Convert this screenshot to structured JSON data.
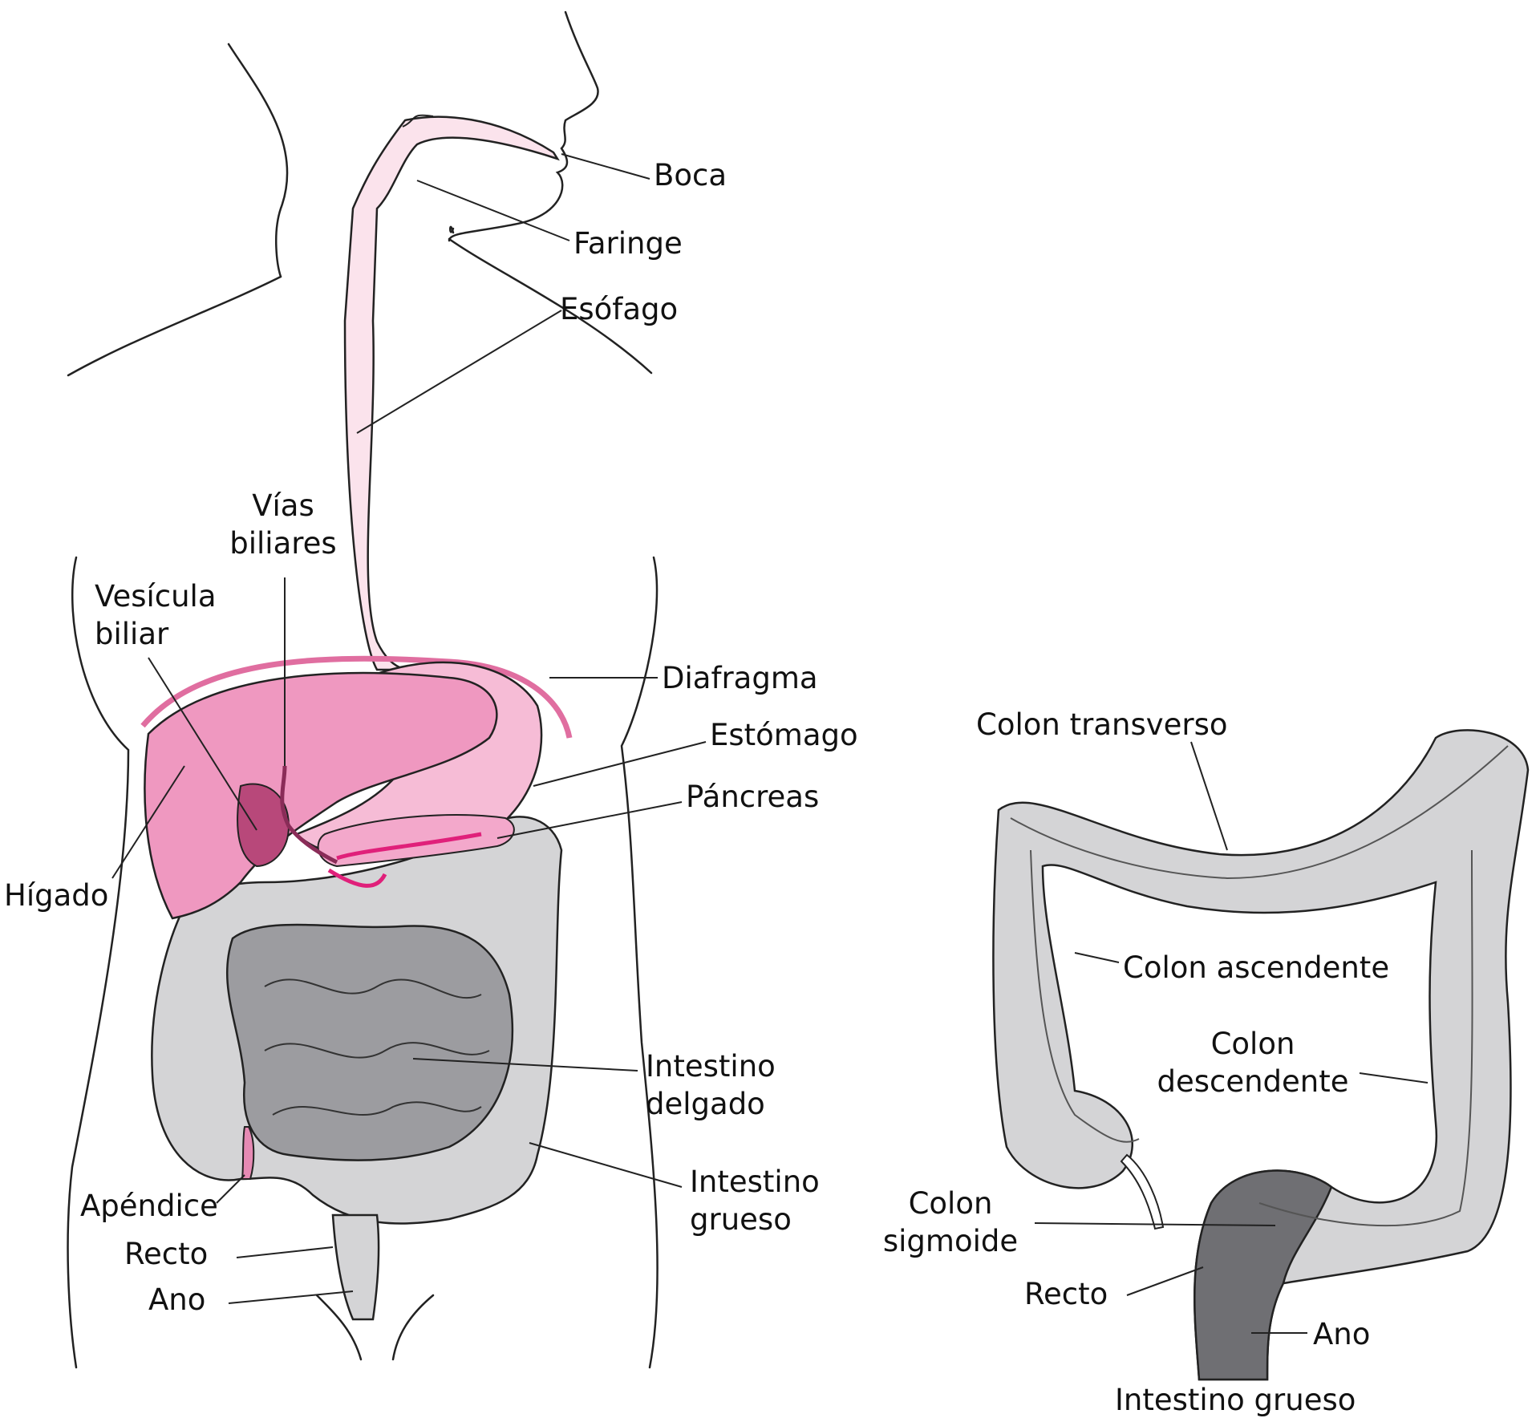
{
  "labels": {
    "boca": "Boca",
    "faringe": "Faringe",
    "esofago": "Esófago",
    "vias_biliares": "Vías\nbiliares",
    "vesicula_biliar": "Vesícula\nbiliar",
    "diafragma": "Diafragma",
    "estomago": "Estómago",
    "pancreas": "Páncreas",
    "higado": "Hígado",
    "intestino_delgado": "Intestino\ndelgado",
    "intestino_grueso": "Intestino\ngrueso",
    "apendice": "Apéndice",
    "recto": "Recto",
    "ano": "Ano"
  },
  "colon_labels": {
    "colon_transverso": "Colon transverso",
    "colon_ascendente": "Colon ascendente",
    "colon_descendente": "Colon\ndescendente",
    "colon_sigmoide": "Colon\nsigmoide",
    "recto": "Recto",
    "ano": "Ano",
    "caption": "Intestino grueso"
  },
  "colors": {
    "liver": "#ef98c0",
    "stomach": "#f6bcd6",
    "esophagus": "#fbe3ec",
    "gallbladder": "#b8487a",
    "pancreas_duct": "#e0207a",
    "large_intestine": "#d4d4d6",
    "small_intestine": "#9c9ca0",
    "sigmoid": "#6f6f73"
  }
}
